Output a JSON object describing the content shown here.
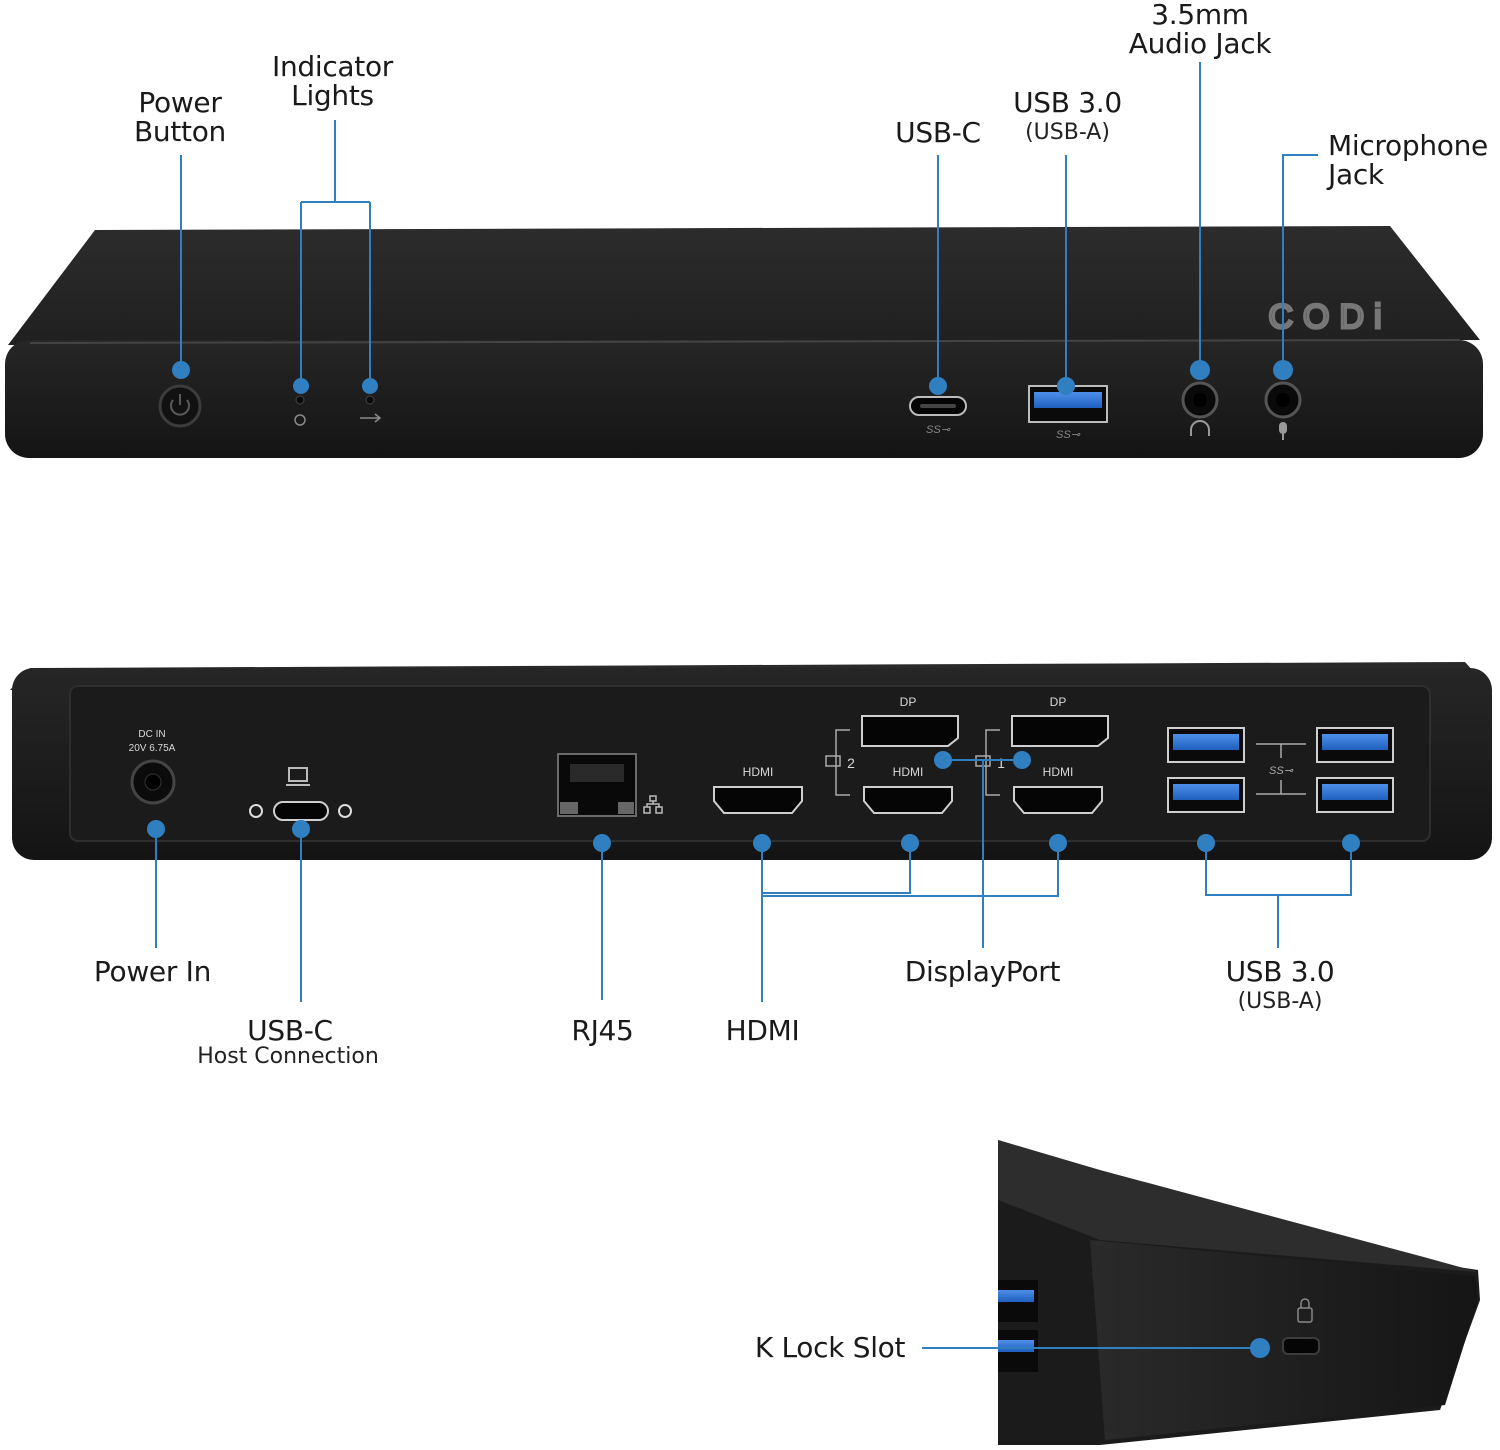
{
  "front_labels": {
    "power_button": "Power\nButton",
    "indicator_lights": "Indicator\nLights",
    "usb_c": "USB-C",
    "usb3": "USB 3.0",
    "usb3_sub": "(USB-A)",
    "audio_jack": "3.5mm\nAudio Jack",
    "microphone_jack": "Microphone\nJack"
  },
  "front_panel": {
    "brand": "CODi"
  },
  "rear_labels": {
    "power_in": "Power In",
    "usb_c": "USB-C",
    "usb_c_sub": "Host Connection",
    "rj45": "RJ45",
    "hdmi": "HDMI",
    "displayport": "DisplayPort",
    "usb3": "USB 3.0",
    "usb3_sub": "(USB-A)"
  },
  "rear_panel": {
    "dc_in": "DC IN",
    "dc_rating": "20V 6.75A",
    "dp_label_1": "DP",
    "dp_label_2": "DP",
    "hdmi_label_1": "HDMI",
    "hdmi_label_2": "HDMI",
    "hdmi_label_3": "HDMI",
    "monitor_2": "2",
    "monitor_1": "1"
  },
  "side_labels": {
    "k_lock": "K Lock Slot"
  },
  "colors": {
    "callout": "#2f7fc1",
    "body": "#1c1c1c",
    "usb_blue": "#2a6fd1"
  }
}
